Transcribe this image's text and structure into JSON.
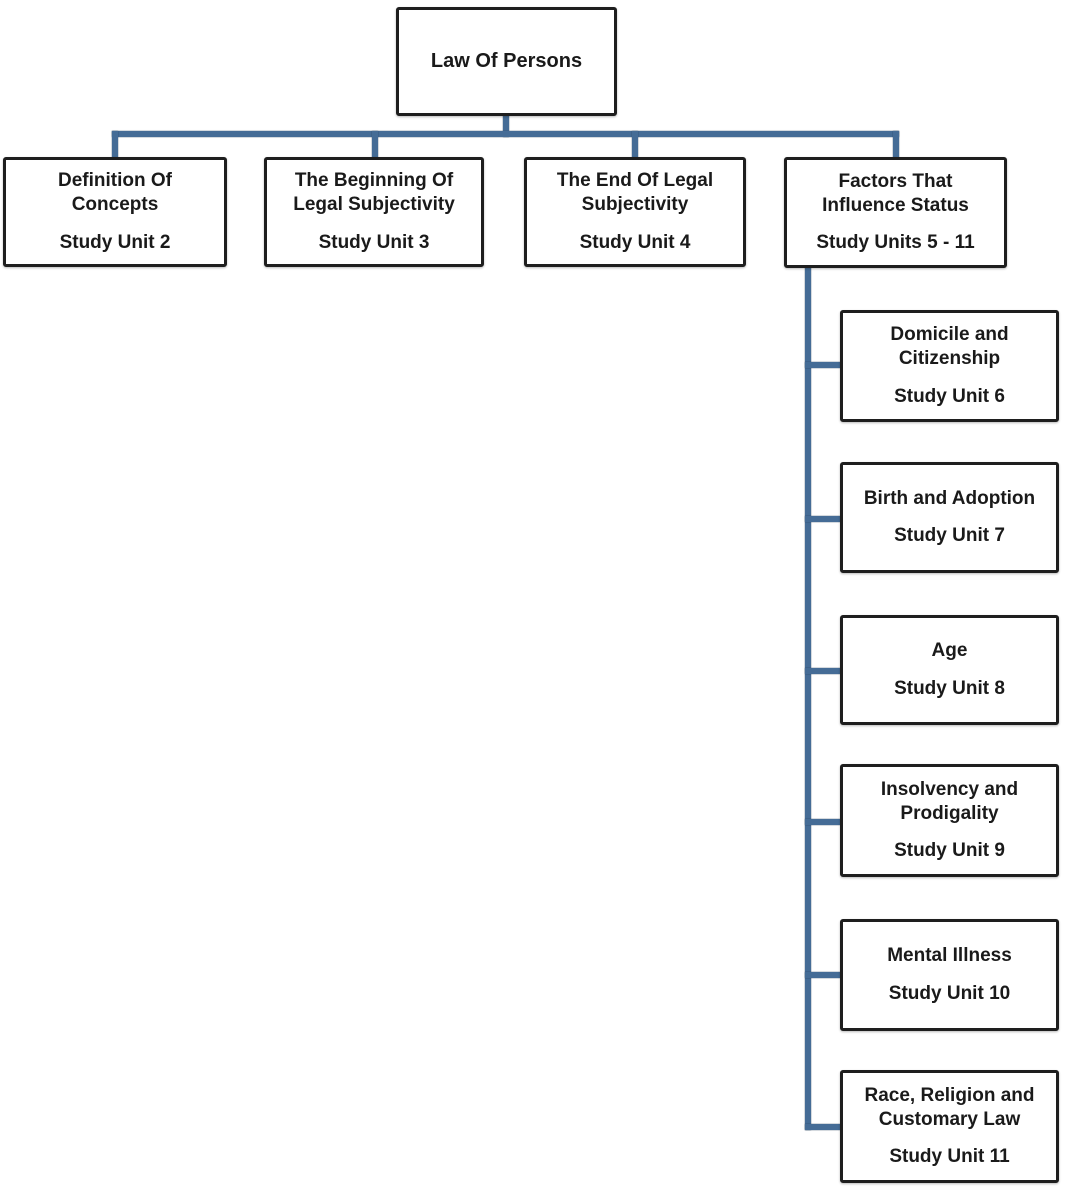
{
  "diagram": {
    "root": {
      "title": "Law Of Persons"
    },
    "children": [
      {
        "title": "Definition Of Concepts",
        "subtitle": "Study Unit 2"
      },
      {
        "title": "The Beginning Of Legal Subjectivity",
        "subtitle": "Study Unit 3"
      },
      {
        "title": "The End Of Legal Subjectivity",
        "subtitle": "Study Unit 4"
      },
      {
        "title": "Factors That Influence Status",
        "subtitle": "Study Units 5 - 11"
      }
    ],
    "factors_children": [
      {
        "title": "Domicile and Citizenship",
        "subtitle": "Study Unit 6"
      },
      {
        "title": "Birth and Adoption",
        "subtitle": "Study Unit 7"
      },
      {
        "title": "Age",
        "subtitle": "Study Unit 8"
      },
      {
        "title": "Insolvency and Prodigality",
        "subtitle": "Study Unit 9"
      },
      {
        "title": "Mental Illness",
        "subtitle": "Study Unit 10"
      },
      {
        "title": "Race, Religion and Customary Law",
        "subtitle": "Study Unit 11"
      }
    ],
    "colors": {
      "connector": "#456c96",
      "box_border": "#1e1e1e",
      "text": "#1a1a1a",
      "background": "#ffffff"
    }
  }
}
